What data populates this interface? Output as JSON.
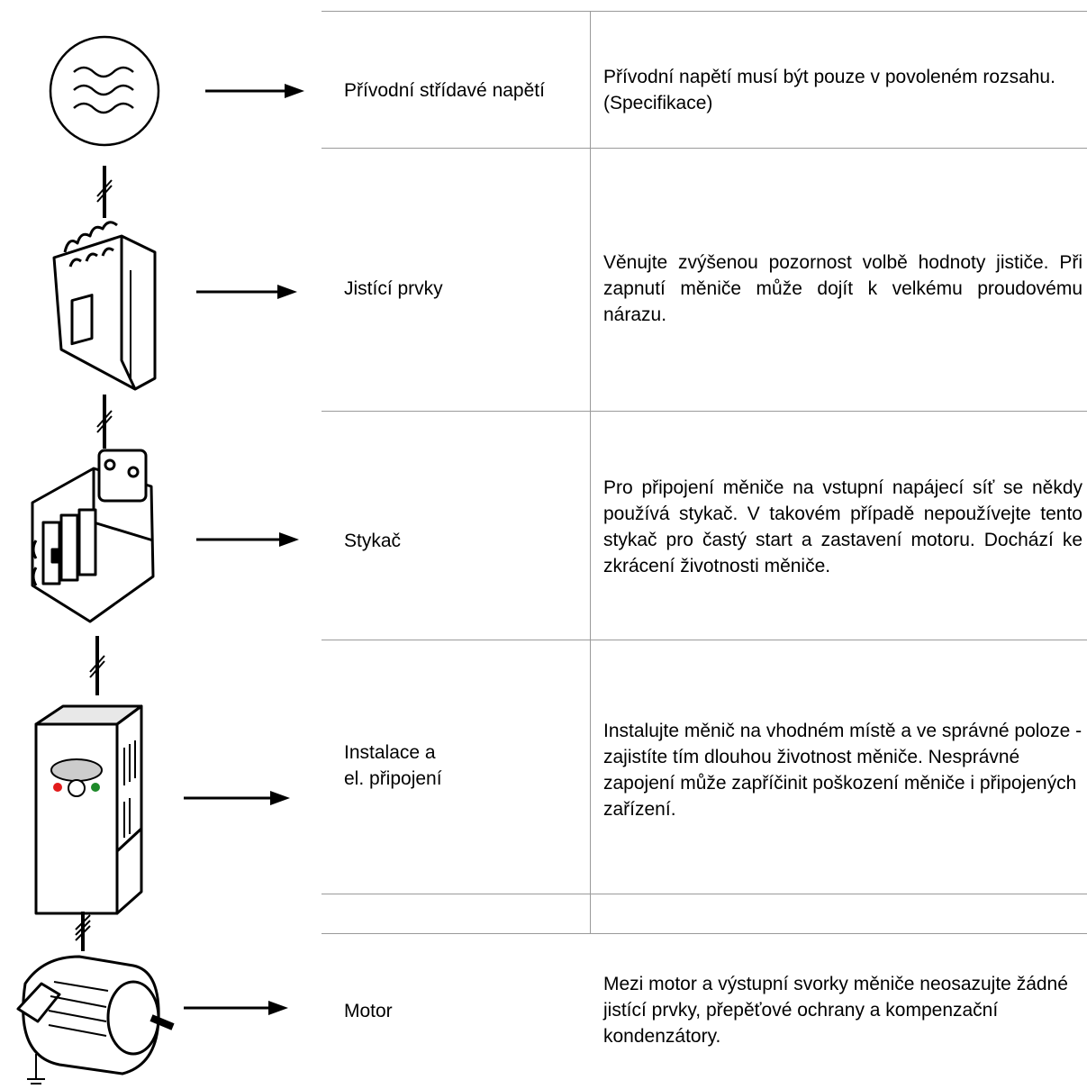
{
  "rows": [
    {
      "component": "Přívodní střídavé napětí",
      "description": "Přívodní napětí musí být pouze v povoleném rozsahu. (Specifikace)",
      "icon": "ac-supply-icon"
    },
    {
      "component": "Jistící prvky",
      "description": "Věnujte zvýšenou pozornost volbě hodnoty jističe. Při zapnutí měniče může dojít k velkému proudovému nárazu.",
      "icon": "circuit-breaker-icon"
    },
    {
      "component": "Stykač",
      "description": "Pro připojení měniče na vstupní napájecí síť se někdy používá stykač. V takovém případě nepoužívejte tento stykač pro častý start a zastavení motoru. Dochází ke zkrácení životnosti měniče.",
      "icon": "contactor-icon"
    },
    {
      "component_line1": "Instalace a",
      "component_line2": "el. připojení",
      "description": "Instalujte měnič na vhodném místě a ve správné poloze - zajistíte tím dlouhou životnost měniče. Nesprávné zapojení může zapříčinit poškození měniče i připojených zařízení.",
      "icon": "inverter-icon"
    },
    {
      "component": "Motor",
      "description": "Mezi motor a výstupní svorky měniče neosazujte žádné jistící prvky, přepěťové ochrany a kompenzační kondenzátory.",
      "icon": "motor-icon"
    }
  ]
}
